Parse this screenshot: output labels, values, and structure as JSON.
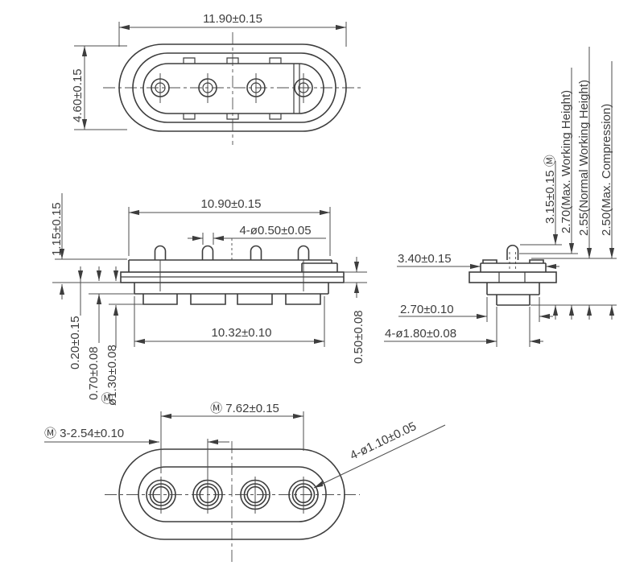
{
  "dims": {
    "top": {
      "width": "11.90±0.15",
      "height": "4.60±0.15"
    },
    "front": {
      "width": "10.90±0.15",
      "pin_tip": "4-ø0.50±0.05",
      "pin_height": "1.15±0.15",
      "step": "0.20±0.15",
      "flange_step": "0.70±0.08",
      "pin_dia": "ø1.30±0.08",
      "bottom_width": "10.32±0.10",
      "plate_thickness": "0.50±0.08"
    },
    "side": {
      "top_width": "3.40±0.15",
      "body_width": "2.70±0.10",
      "tail_dia": "4-ø1.80±0.08",
      "height": "3.15±0.15 Ⓜ",
      "max_working_height": "2.70(Max. Working Height)",
      "normal_working_height": "2.55(Normal Working Height)",
      "max_compression": "2.50(Max. Compression)"
    },
    "bottom": {
      "mmc": "Ⓜ",
      "span": "Ⓜ 7.62±0.15",
      "pitch": "Ⓜ 3-2.54±0.10",
      "hole_dia": "4-ø1.10±0.05"
    }
  }
}
